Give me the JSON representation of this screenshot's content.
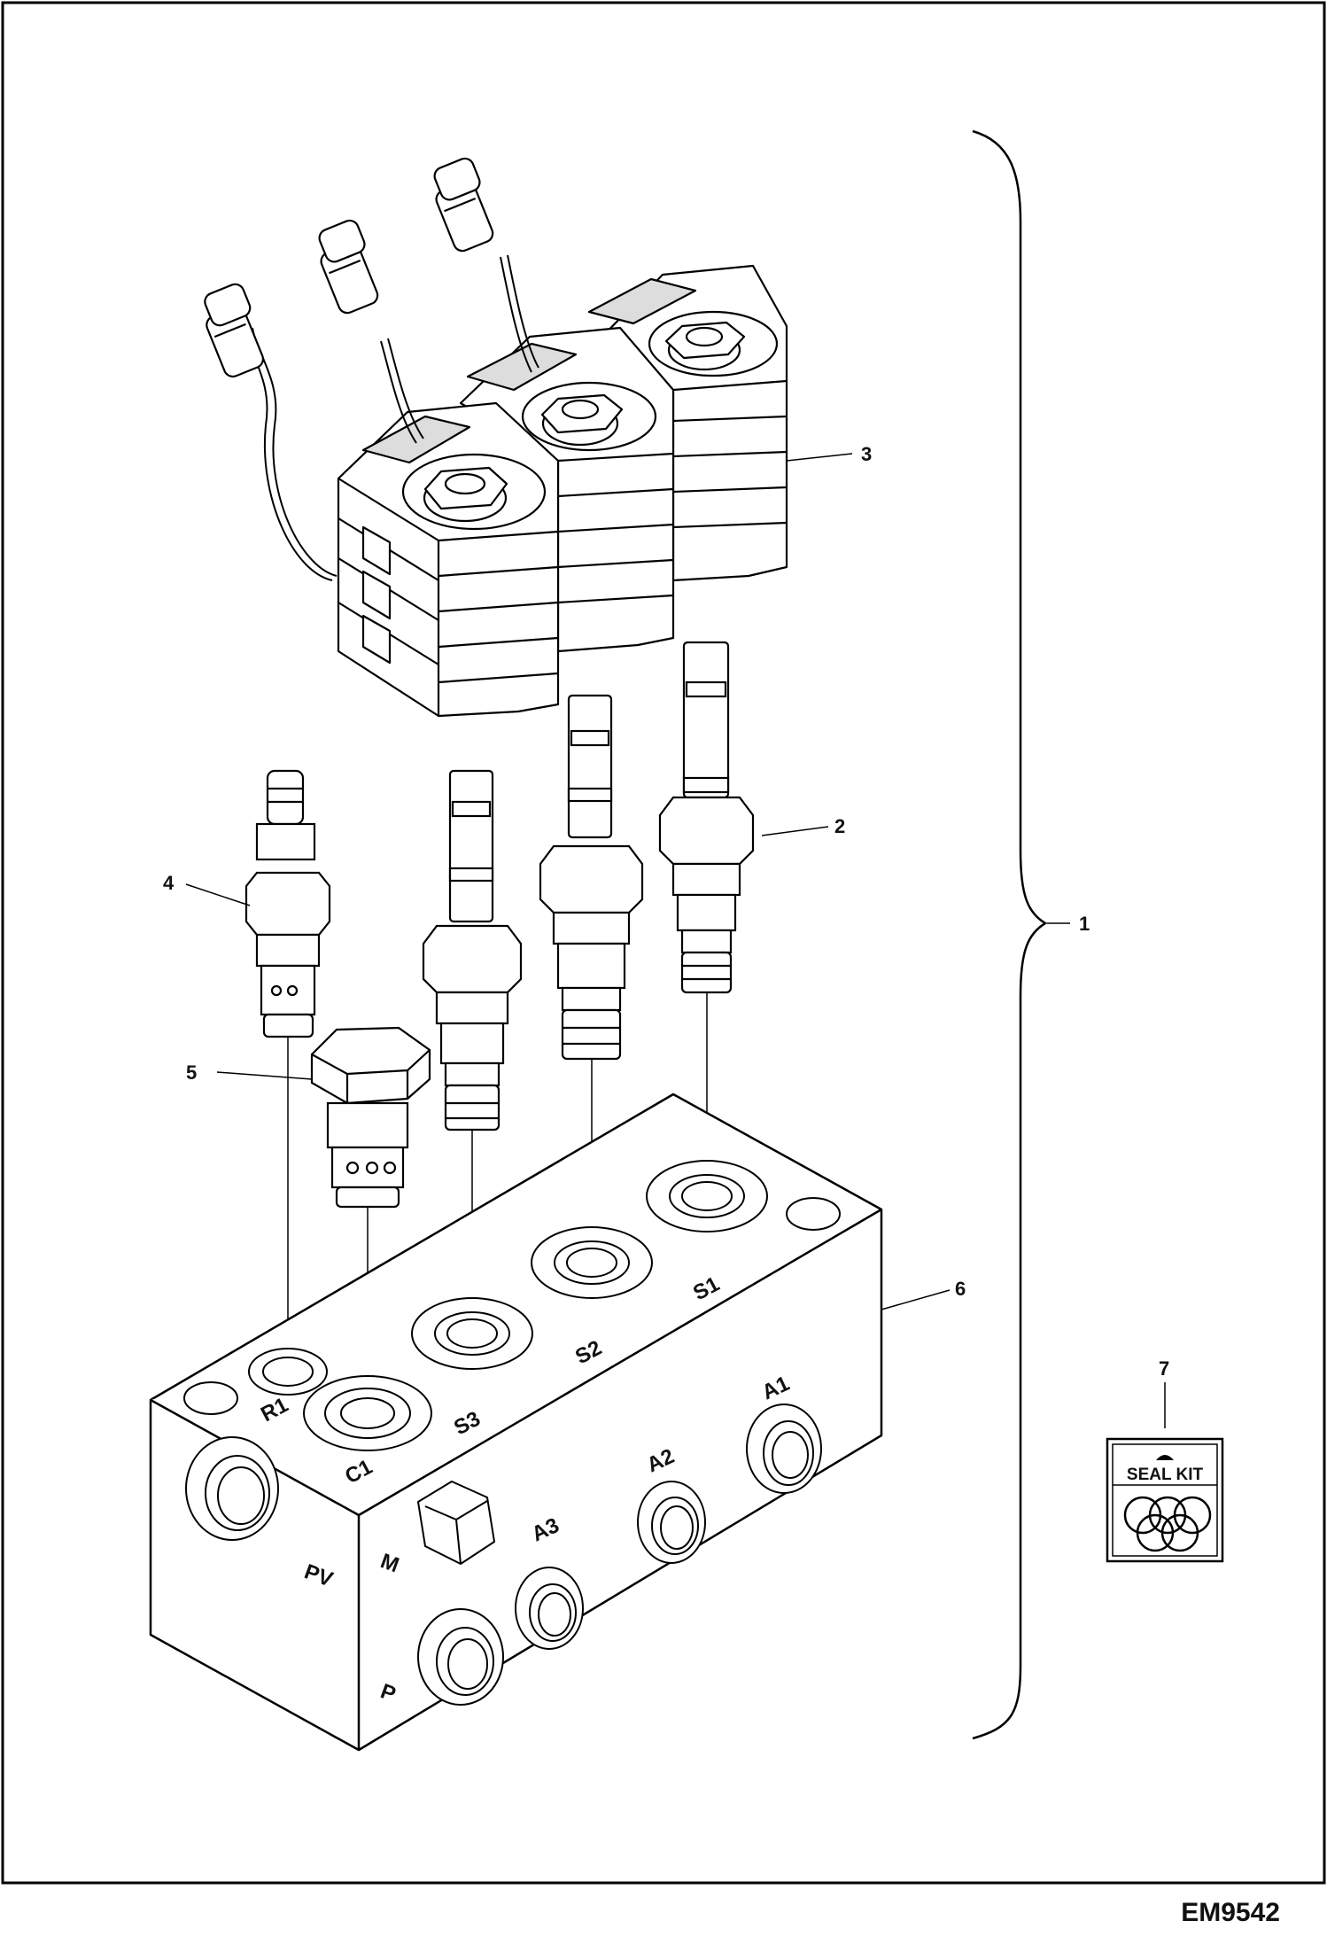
{
  "callouts": {
    "c1": "1",
    "c2": "2",
    "c3": "3",
    "c4": "4",
    "c5": "5",
    "c6": "6",
    "c7": "7"
  },
  "ports": {
    "a1": "A1",
    "a2": "A2",
    "a3": "A3",
    "s1": "S1",
    "s2": "S2",
    "s3": "S3",
    "r1": "R1",
    "c1": "C1",
    "pv": "PV",
    "m": "M",
    "p": "P"
  },
  "seal_kit": {
    "label": "SEAL KIT"
  },
  "coil_marking": "",
  "drawing_code": "EM9542"
}
